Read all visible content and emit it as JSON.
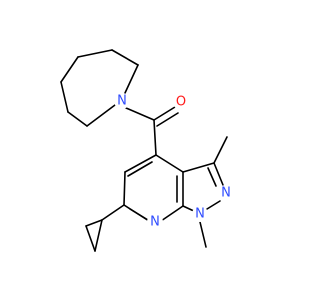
{
  "molecule": {
    "atom_labels": {
      "n_azepane": "N",
      "o_carbonyl": "O",
      "n_pyridine": "N",
      "n_pyrazole_2": "N",
      "n_pyrazole_1": "N"
    },
    "colors": {
      "nitrogen": "#2f4cff",
      "oxygen": "#ff1a1a",
      "bond": "#000000",
      "background": "#ffffff"
    }
  }
}
